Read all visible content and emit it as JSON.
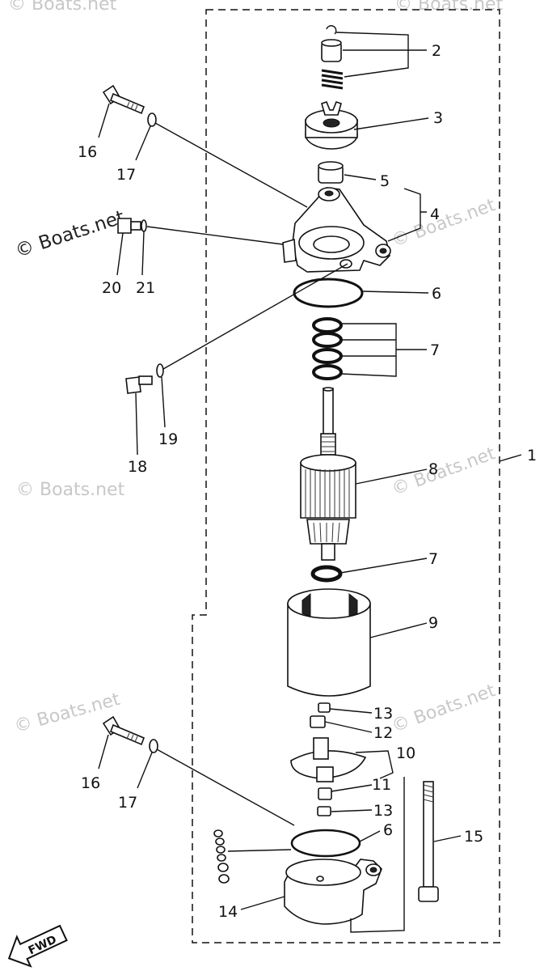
{
  "watermarks": {
    "main": "© Boats.net",
    "faint": "© Boats.net"
  },
  "callouts": [
    {
      "id": "c1",
      "text": "1"
    },
    {
      "id": "c2",
      "text": "2"
    },
    {
      "id": "c3",
      "text": "3"
    },
    {
      "id": "c4",
      "text": "4"
    },
    {
      "id": "c5",
      "text": "5"
    },
    {
      "id": "c6a",
      "text": "6"
    },
    {
      "id": "c6b",
      "text": "6"
    },
    {
      "id": "c7a",
      "text": "7"
    },
    {
      "id": "c7b",
      "text": "7"
    },
    {
      "id": "c8",
      "text": "8"
    },
    {
      "id": "c9",
      "text": "9"
    },
    {
      "id": "c10",
      "text": "10"
    },
    {
      "id": "c11",
      "text": "11"
    },
    {
      "id": "c12",
      "text": "12"
    },
    {
      "id": "c13a",
      "text": "13"
    },
    {
      "id": "c13b",
      "text": "13"
    },
    {
      "id": "c14",
      "text": "14"
    },
    {
      "id": "c15",
      "text": "15"
    },
    {
      "id": "c16a",
      "text": "16"
    },
    {
      "id": "c16b",
      "text": "16"
    },
    {
      "id": "c17a",
      "text": "17"
    },
    {
      "id": "c17b",
      "text": "17"
    },
    {
      "id": "c18",
      "text": "18"
    },
    {
      "id": "c19",
      "text": "19"
    },
    {
      "id": "c20",
      "text": "20"
    },
    {
      "id": "c21",
      "text": "21"
    }
  ],
  "fwd_label": "FWD",
  "colors": {
    "ink": "#111111",
    "watermark": "#c8c8c8"
  }
}
